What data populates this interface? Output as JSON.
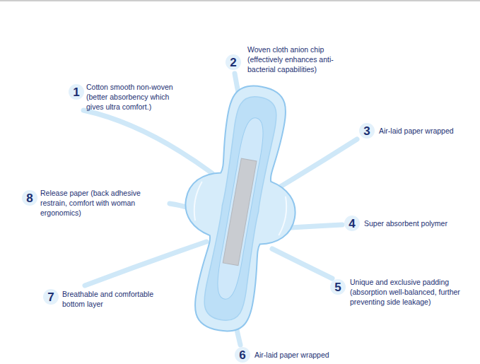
{
  "diagram": {
    "labels": [
      "2",
      "Woven cloth anion chip (effectively enhances anti-bacterial capabilities)",
      "1",
      "Cotton smooth non-woven (better absorbency which gives ultra comfort.)",
      "3",
      "Air-laid paper wrapped",
      "8",
      "Release paper (back adhesive restrain, comfort with woman ergonomics)",
      "4",
      "Super absorbent polymer",
      "5",
      "Unique and exclusive padding (absorption well-balanced, further preventing side leakage)",
      "7",
      "Breathable and comfortable bottom layer",
      "6",
      "Air-laid paper wrapped"
    ]
  }
}
